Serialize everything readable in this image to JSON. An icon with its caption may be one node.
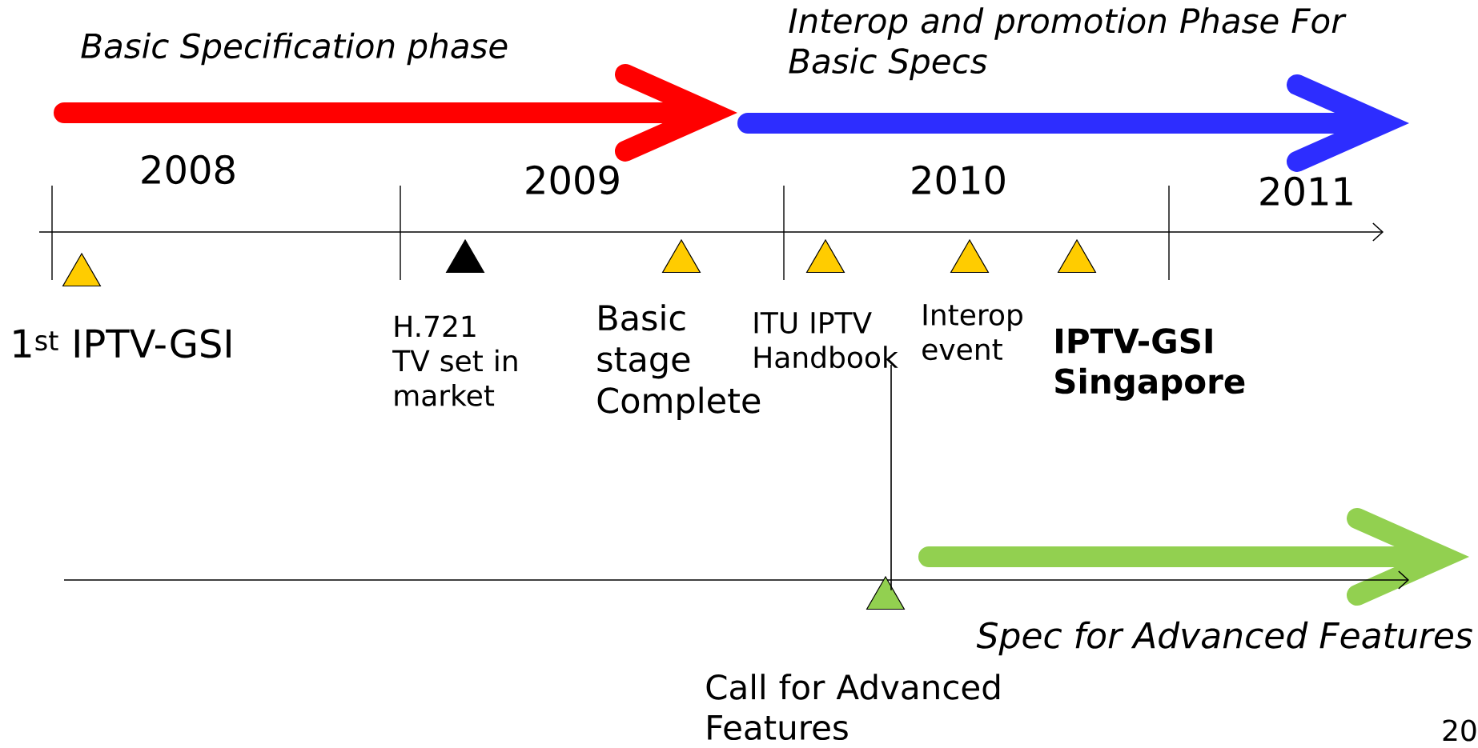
{
  "diagram": {
    "nodes": [
      {
        "text": [],
        "shape": "triangle",
        "beside": [
          "1$^{st}$ IPTV-GSI"
        ]
      },
      {
        "text": [],
        "shape": "triangle",
        "beside": [
          "H.721 TV set in market"
        ]
      },
      {
        "text": [],
        "shape": "triangle",
        "beside": [
          "Basic stage Complete"
        ]
      },
      {
        "text": [],
        "shape": "triangle",
        "beside": [
          "ITU IPTV Handbook"
        ]
      },
      {
        "text": [],
        "shape": "triangle",
        "beside": [
          "Interop event"
        ]
      },
      {
        "text": [],
        "shape": "triangle",
        "beside": [
          "IPTV-GSI Singapore"
        ]
      },
      {
        "text": [],
        "shape": "triangle",
        "beside": [
          "Call for Advanced Features"
        ]
      }
    ],
    "edges": [
      {
        "from": 3,
        "to": 6,
        "arrow": "none"
      }
    ],
    "labels": [
      "Basic Specification phase",
      "Interop and promotion Phase For Basic Specs",
      "2008",
      "2009",
      "2010",
      "2011",
      "Spec for Advanced Features",
      "20"
    ]
  }
}
